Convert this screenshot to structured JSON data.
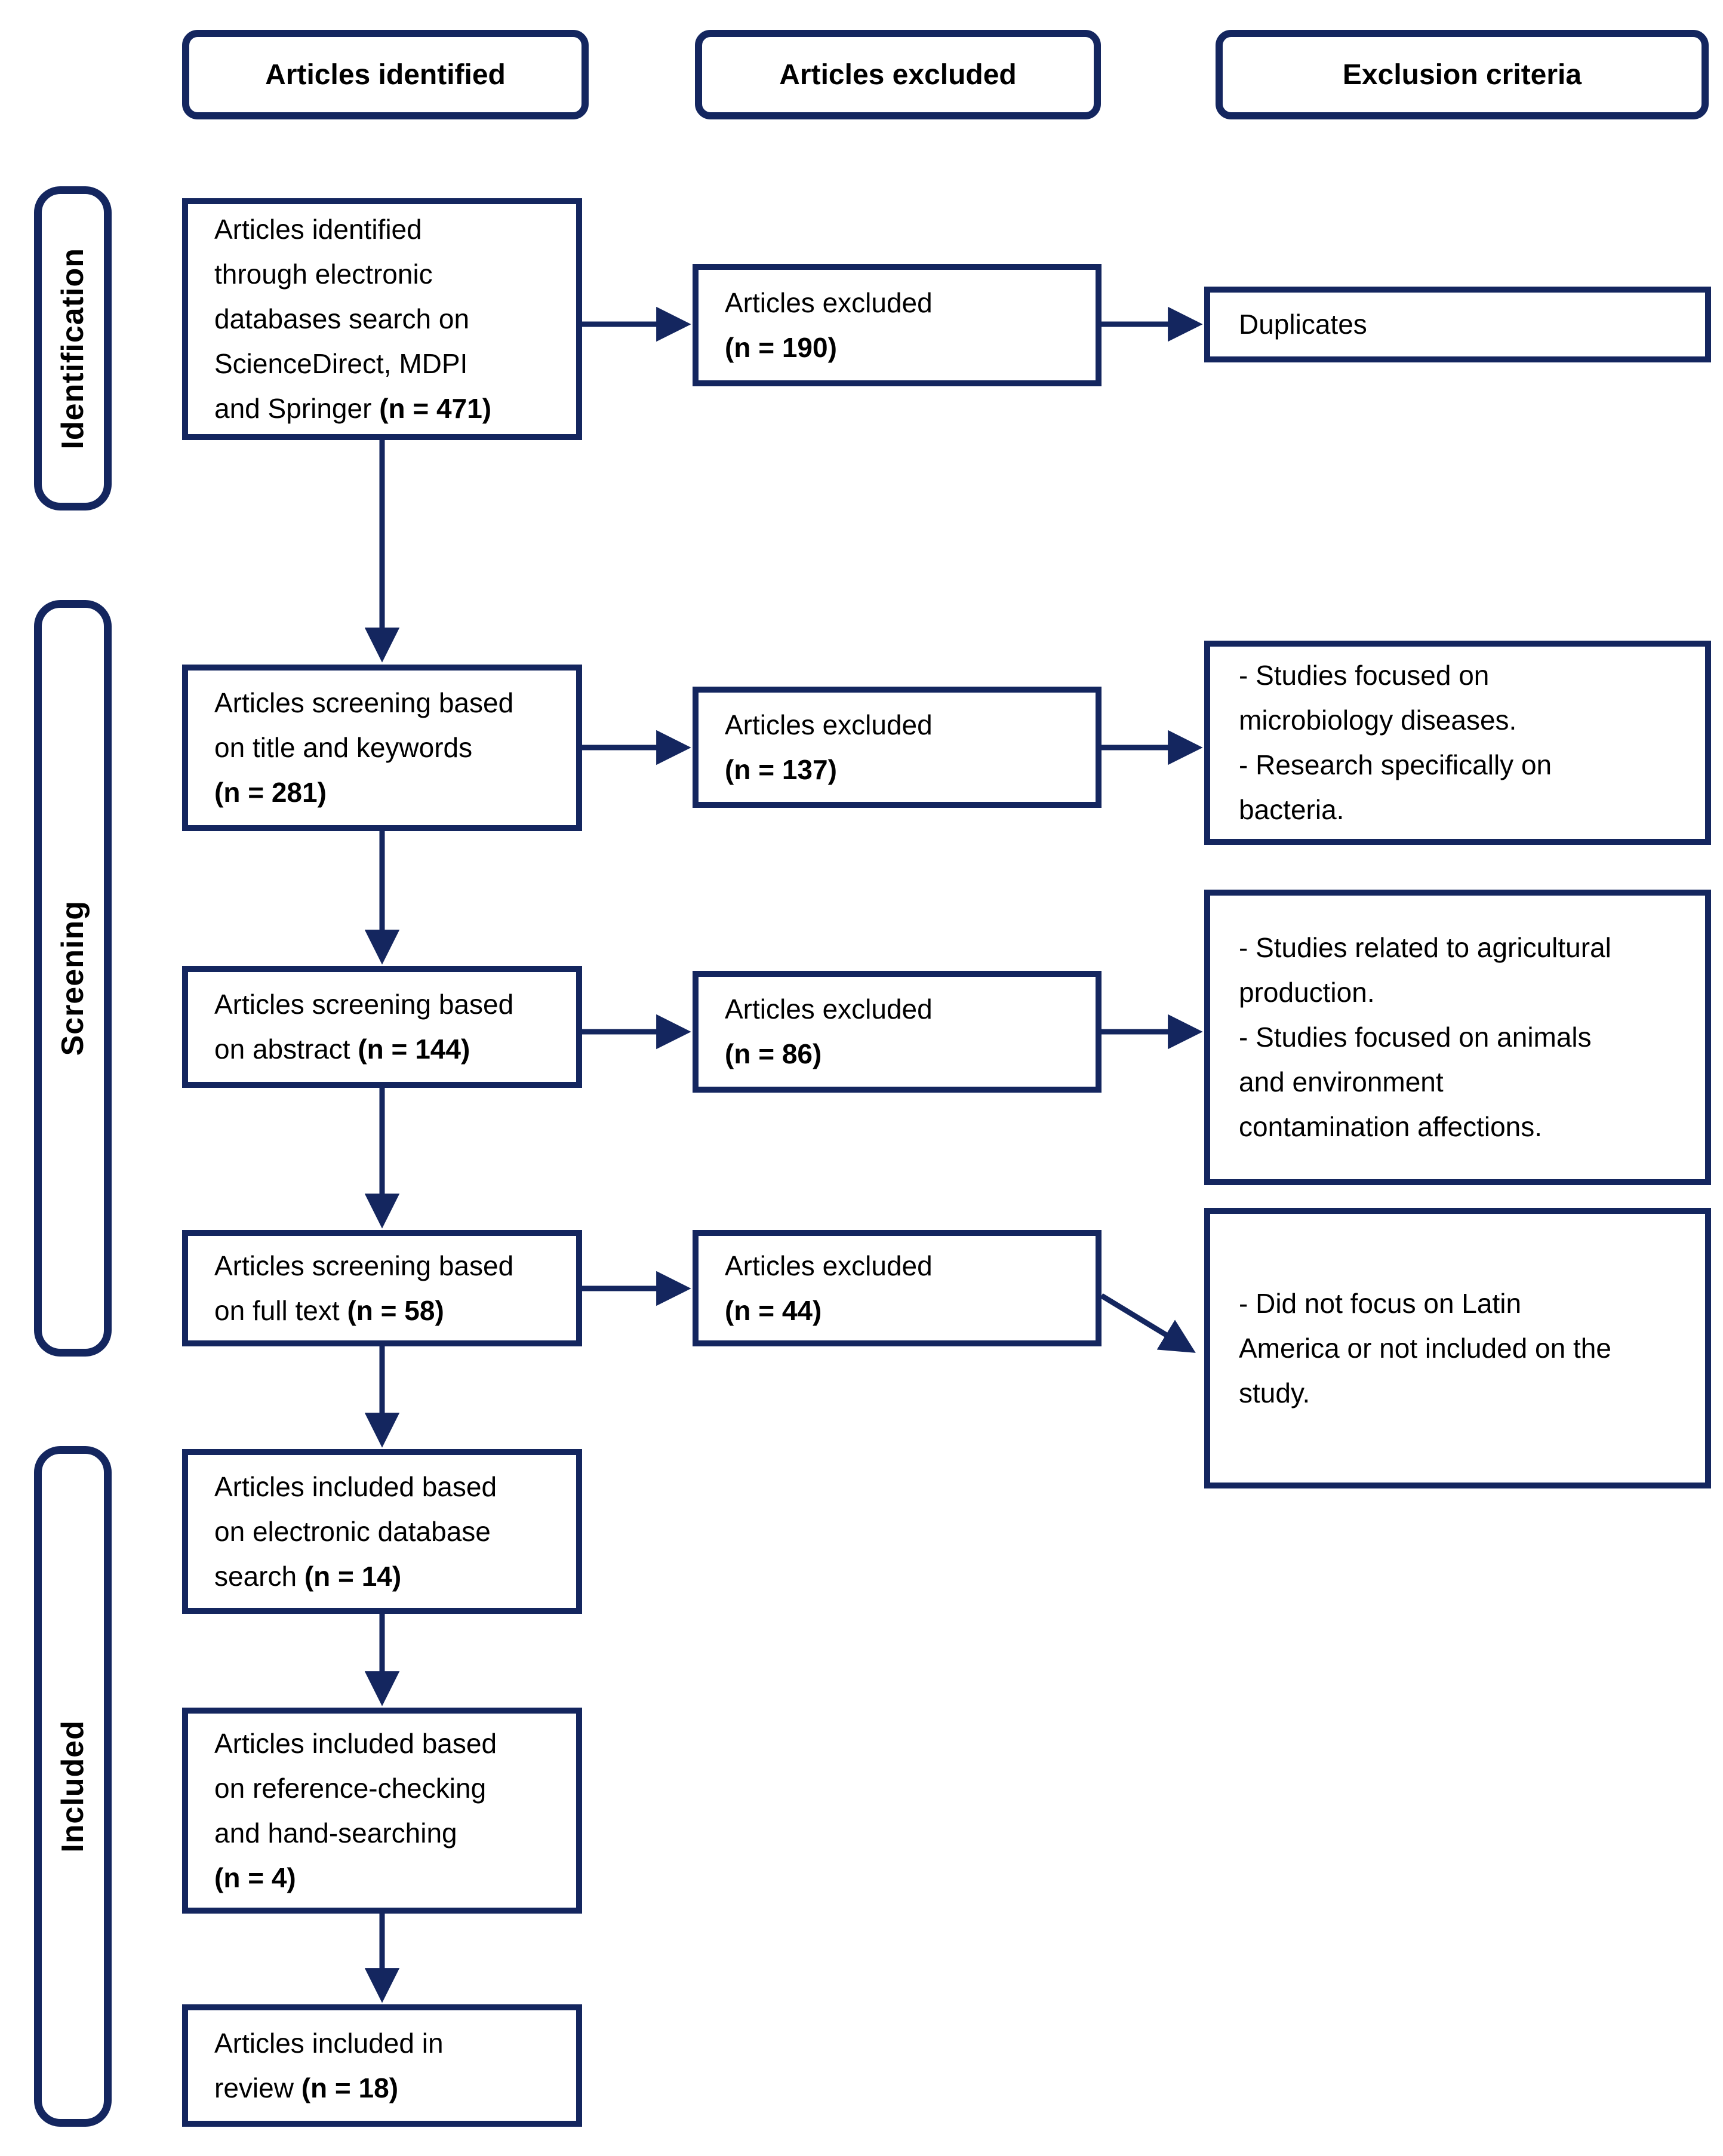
{
  "palette": {
    "border_navy": "#14265f",
    "text_black": "#000000",
    "background": "#ffffff"
  },
  "column_headers": [
    {
      "label": "Articles identified"
    },
    {
      "label": "Articles excluded"
    },
    {
      "label": "Exclusion criteria"
    }
  ],
  "stage_labels": [
    {
      "label": "Identification"
    },
    {
      "label": "Screening"
    },
    {
      "label": "Included"
    }
  ],
  "main_flow": [
    {
      "id": "identified-records",
      "lines": [
        [
          "Articles identified"
        ],
        [
          "through electronic"
        ],
        [
          "databases search on"
        ],
        [
          "ScienceDirect, MDPI"
        ],
        [
          "and Springer ",
          "(n = 471)"
        ]
      ]
    },
    {
      "id": "screening-title-keywords",
      "lines": [
        [
          "Articles screening based"
        ],
        [
          "on title and keywords"
        ],
        [
          "",
          "(n = 281)"
        ]
      ]
    },
    {
      "id": "screening-abstract",
      "lines": [
        [
          "Articles screening based"
        ],
        [
          "on abstract ",
          "(n = 144)"
        ]
      ]
    },
    {
      "id": "screening-full-text",
      "lines": [
        [
          "Articles screening based"
        ],
        [
          "on full text ",
          "(n = 58)"
        ]
      ]
    },
    {
      "id": "included-database-search",
      "lines": [
        [
          "Articles included based"
        ],
        [
          "on electronic database"
        ],
        [
          "search ",
          "(n = 14)"
        ]
      ]
    },
    {
      "id": "included-reference-checking",
      "lines": [
        [
          "Articles included based"
        ],
        [
          "on reference-checking"
        ],
        [
          "and hand-searching"
        ],
        [
          "",
          "(n = 4)"
        ]
      ]
    },
    {
      "id": "included-in-review",
      "lines": [
        [
          "Articles included in"
        ],
        [
          "review ",
          "(n = 18)"
        ]
      ]
    }
  ],
  "excluded_flow": [
    {
      "id": "excluded-duplicates-count",
      "lines": [
        [
          "Articles excluded"
        ],
        [
          "",
          "(n = 190)"
        ]
      ]
    },
    {
      "id": "excluded-title-count",
      "lines": [
        [
          "Articles excluded"
        ],
        [
          "",
          "(n = 137)"
        ]
      ]
    },
    {
      "id": "excluded-abstract-count",
      "lines": [
        [
          "Articles excluded"
        ],
        [
          "",
          "(n = 86)"
        ]
      ]
    },
    {
      "id": "excluded-fulltext-count",
      "lines": [
        [
          "Articles excluded"
        ],
        [
          "",
          "(n = 44)"
        ]
      ]
    }
  ],
  "criteria_flow": [
    {
      "id": "criteria-duplicates",
      "lines": [
        [
          "Duplicates"
        ]
      ]
    },
    {
      "id": "criteria-title",
      "lines": [
        [
          "- Studies focused on"
        ],
        [
          "microbiology diseases."
        ],
        [
          "- Research specifically on"
        ],
        [
          "bacteria."
        ]
      ]
    },
    {
      "id": "criteria-abstract",
      "lines": [
        [
          "- Studies related to agricultural"
        ],
        [
          "production."
        ],
        [
          "- Studies focused on animals"
        ],
        [
          "and environment"
        ],
        [
          "contamination affections."
        ]
      ]
    },
    {
      "id": "criteria-fulltext",
      "lines": [
        [
          "- Did not focus on Latin"
        ],
        [
          "America or not included on the"
        ],
        [
          "study."
        ]
      ]
    }
  ]
}
